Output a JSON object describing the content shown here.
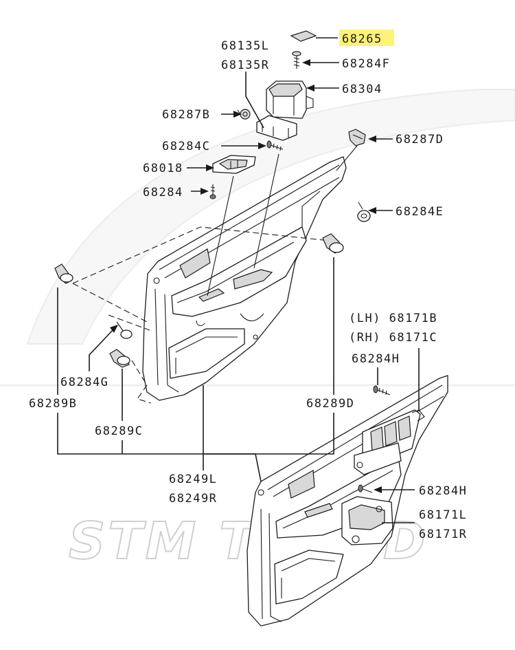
{
  "watermark": "STM TUNED",
  "highlight_color": "#fff27a",
  "labels": {
    "p68265": "68265",
    "p68135L": "68135L",
    "p68135R": "68135R",
    "p68284F": "68284F",
    "p68304": "68304",
    "p68287B": "68287B",
    "p68287D": "68287D",
    "p68284C": "68284C",
    "p68018": "68018",
    "p68284": "68284",
    "p68284E": "68284E",
    "p68171B": "(LH) 68171B",
    "p68171C": "(RH) 68171C",
    "p68284H_top": "68284H",
    "p68284G": "68284G",
    "p68289B": "68289B",
    "p68289D": "68289D",
    "p68289C": "68289C",
    "p68249L": "68249L",
    "p68249R": "68249R",
    "p68284H_bottom": "68284H",
    "p68171L": "68171L",
    "p68171R": "68171R"
  }
}
